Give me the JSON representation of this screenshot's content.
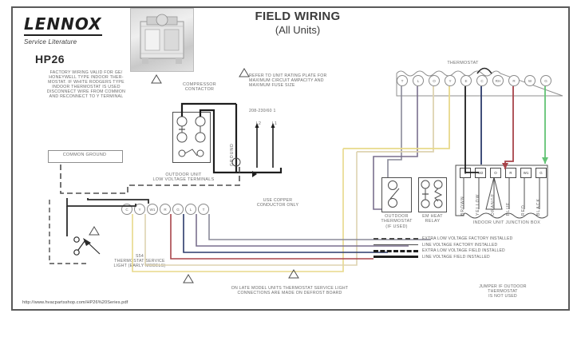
{
  "document": {
    "brand": "LENNOX",
    "brand_sub": "Service Literature",
    "model": "HP26",
    "title": "FIELD WIRING",
    "subtitle": "(All Units)",
    "url": "http://www.hvacpartsshop.com/HP26%20Series.pdf"
  },
  "notes": {
    "factory_wiring": "FACTORY WIRING VALID FOR GE/\nHONEYWELL TYPE INDOOR THER-\nMOSTAT. IF WHITE RODGERS TYPE\nINDOOR THERMOSTAT IS USED\nDISCONNECT WIRE FROM COMMON\nAND RECONNECT TO  Y  TERMINAL",
    "rating_plate": "REFER  TO  UNIT  RATING  PLATE  FOR\nMAXIMUM   CIRCUIT   AMPACITY   AND\nMAXIMUM FUSE SIZE",
    "copper": "USE COPPER\nCONDUCTOR ONLY",
    "service_light": "S54\nTHERMOSTAT SERVICE\nLIGHT (EARLY MODELS)",
    "defrost_board": "ON LATE MODEL UNITS THERMOSTAT SERVICE  LIGHT\nCONNECTIONS ARE MADE ON DEFROST BOARD",
    "jumper": "JUMPER IF OUTDOOR\nTHERMOSTAT\nIS NOT USED"
  },
  "labels": {
    "compressor_contactor": "COMPRESSOR\nCONTACTOR",
    "ground": "GROUND",
    "supply": "208-230/60 1",
    "l2": "L2",
    "l1": "L1",
    "common_ground": "COMMON GROUND",
    "outdoor_terminals": "OUTDOOR UNIT\nLOW VOLTAGE TERMINALS",
    "thermostat": "THERMOSTAT",
    "outdoor_thermostat": "OUTDOOR\nTHERMOSTAT\n(IF USED)",
    "em_heat_relay": "EM HEAT\nRELAY",
    "junction_box": "INDOOR UNIT JUNCTION BOX"
  },
  "thermostat_terminals": [
    "T",
    "L",
    "O",
    "Y",
    "E",
    "C",
    "RH",
    "R",
    "W",
    "G"
  ],
  "outdoor_terminals": [
    "C",
    "Y",
    "W1",
    "R",
    "G",
    "L",
    "T"
  ],
  "junction_terminals": [
    "1",
    "W2",
    "O",
    "R",
    "W1",
    "G"
  ],
  "junction_wire_colors": [
    "BROWN",
    "YELLOW",
    "ORANGE",
    "BLUE",
    "RED",
    "BLACK"
  ],
  "legend": [
    {
      "text": "EXTRA LOW VOLTAGE FACTORY INSTALLED",
      "style": "dashed-thick"
    },
    {
      "text": "LINE VOLTAGE FACTORY INSTALLED",
      "style": "solid-thin"
    },
    {
      "text": "EXTRA LOW VOLTAGE FIELD INSTALLED",
      "style": "dashed-heavy"
    },
    {
      "text": "LINE VOLTAGE FIELD INSTALLED",
      "style": "solid-heavy"
    }
  ],
  "colors": {
    "ink": "#4a4a4a",
    "brown": "#8d5b4c",
    "yellow": "#e8d98a",
    "tan": "#ded3b0",
    "blue": "#2b3a6b",
    "red": "#a8444a",
    "black": "#1e1e1e",
    "green": "#63c375",
    "gray": "#8a8a99",
    "purple": "#7a6f8e"
  }
}
